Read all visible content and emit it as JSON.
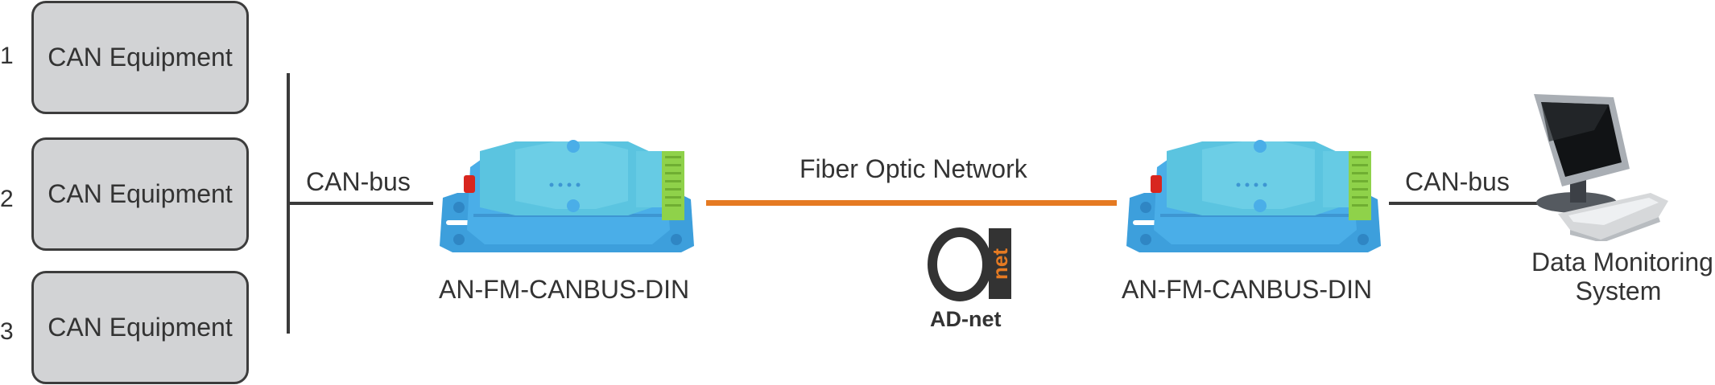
{
  "diagram": {
    "title": "CAN-bus over Fiber Optic Network topology",
    "equipment": [
      {
        "index": "1",
        "label": "CAN Equipment"
      },
      {
        "index": "2",
        "label": "CAN Equipment"
      },
      {
        "index": "3",
        "label": "CAN Equipment"
      }
    ],
    "left_link_label": "CAN-bus",
    "right_link_label": "CAN-bus",
    "fiber_label": "Fiber Optic Network",
    "converters": [
      {
        "model": "AN-FM-CANBUS-DIN",
        "icon": "fiber-converter-icon"
      },
      {
        "model": "AN-FM-CANBUS-DIN",
        "icon": "fiber-converter-icon"
      }
    ],
    "monitor": {
      "label_line1": "Data Monitoring",
      "label_line2": "System",
      "icon": "desktop-computer-icon"
    },
    "logo": {
      "mark_text": "net",
      "word": "AD-net"
    },
    "colors": {
      "fiber": "#e57a22",
      "bus_line": "#3a3a3a",
      "equipment_fill": "#d2d3d5",
      "converter_body": "#4aaee8",
      "converter_top": "#5bc4e0",
      "terminal_block": "#8fd24a",
      "connector": "#d8261f",
      "logo_dark": "#333333",
      "logo_accent": "#e57a22"
    }
  }
}
